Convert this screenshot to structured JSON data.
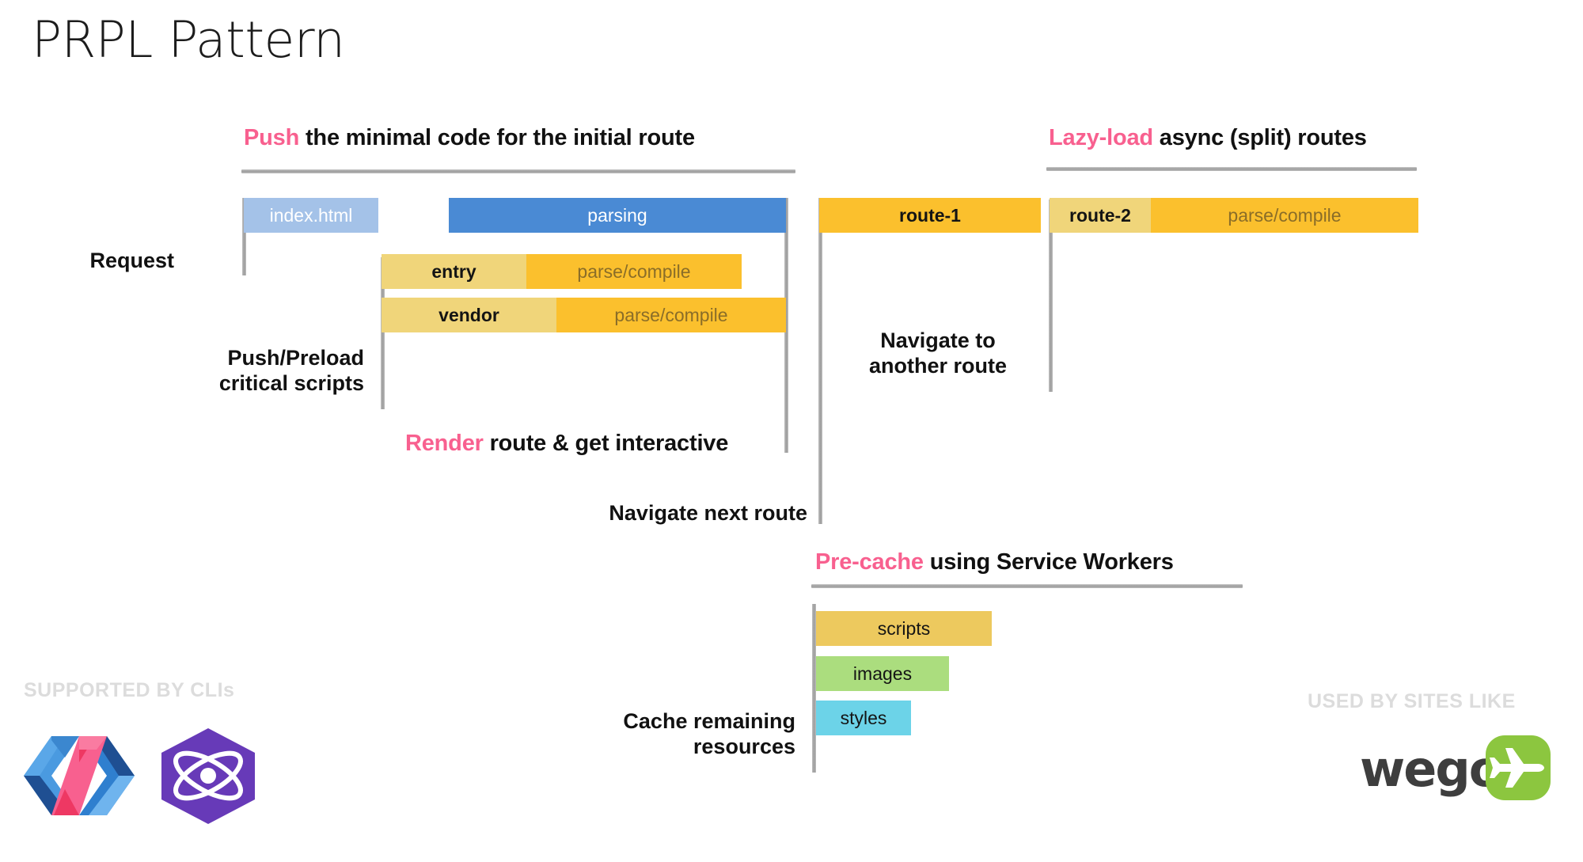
{
  "page": {
    "title": "PRPL Pattern",
    "background": "#ffffff",
    "accent_pink": "#f8608f"
  },
  "sections": {
    "push": {
      "heading_keyword": "Push",
      "heading_rest": " the minimal code for the initial route",
      "row_label_request": "Request",
      "row_label_preload": "Push/Preload\ncritical scripts"
    },
    "lazy": {
      "heading_keyword": "Lazy-load",
      "heading_rest": " async (split) routes",
      "row_label_navigate": "Navigate to\nanother route"
    },
    "render": {
      "heading_keyword": "Render",
      "heading_rest": " route & get interactive"
    },
    "navigate_next": {
      "label": "Navigate next route"
    },
    "precache": {
      "heading_keyword": "Pre-cache",
      "heading_rest": " using Service Workers",
      "row_label_cache": "Cache remaining\nresources"
    }
  },
  "chart_data": {
    "type": "bar",
    "title": "PRPL Pattern",
    "description": "Horizontal timeline (Gantt style) of the PRPL loading pattern",
    "bars": [
      {
        "id": "index-html",
        "group": "push",
        "row": 0,
        "segments": [
          {
            "label": "index.html",
            "color": "#a4c2e8",
            "text_color": "#ffffff"
          }
        ]
      },
      {
        "id": "parsing",
        "group": "push",
        "row": 0,
        "segments": [
          {
            "label": "parsing",
            "color": "#4a8ad4",
            "text_color": "#ffffff"
          }
        ]
      },
      {
        "id": "entry",
        "group": "push",
        "row": 1,
        "segments": [
          {
            "label": "entry",
            "color": "#f0d57a",
            "text_color": "#141414"
          },
          {
            "label": "parse/compile",
            "color": "#fbc02d",
            "text_color": "#8a6d28"
          }
        ]
      },
      {
        "id": "vendor",
        "group": "push",
        "row": 2,
        "segments": [
          {
            "label": "vendor",
            "color": "#f0d57a",
            "text_color": "#141414"
          },
          {
            "label": "parse/compile",
            "color": "#fbc02d",
            "text_color": "#8a6d28"
          }
        ]
      },
      {
        "id": "route-1",
        "group": "lazy",
        "row": 0,
        "segments": [
          {
            "label": "route-1",
            "color": "#fbc02d",
            "text_color": "#141414"
          }
        ]
      },
      {
        "id": "route-2",
        "group": "lazy",
        "row": 0,
        "segments": [
          {
            "label": "route-2",
            "color": "#f0d57a",
            "text_color": "#141414"
          },
          {
            "label": "parse/compile",
            "color": "#fbc02d",
            "text_color": "#8a6d28"
          }
        ]
      },
      {
        "id": "scripts",
        "group": "precache",
        "row": 0,
        "segments": [
          {
            "label": "scripts",
            "color": "#edc95e",
            "text_color": "#141414"
          }
        ]
      },
      {
        "id": "images",
        "group": "precache",
        "row": 1,
        "segments": [
          {
            "label": "images",
            "color": "#abdd7e",
            "text_color": "#141414"
          }
        ]
      },
      {
        "id": "styles",
        "group": "precache",
        "row": 2,
        "segments": [
          {
            "label": "styles",
            "color": "#6cd3e8",
            "text_color": "#141414"
          }
        ]
      }
    ]
  },
  "bar_labels": {
    "index_html": "index.html",
    "parsing": "parsing",
    "entry": "entry",
    "entry_parse": "parse/compile",
    "vendor": "vendor",
    "vendor_parse": "parse/compile",
    "route_1": "route-1",
    "route_2": "route-2",
    "route_2_parse": "parse/compile",
    "scripts": "scripts",
    "images": "images",
    "styles": "styles"
  },
  "footer": {
    "left_caption": "SUPPORTED BY CLIs",
    "right_caption": "USED BY SITES LIKE",
    "logos_left": [
      "polymer-logo",
      "preact-logo"
    ],
    "logo_right": "wego-logo",
    "wego_wordmark": "wego"
  }
}
